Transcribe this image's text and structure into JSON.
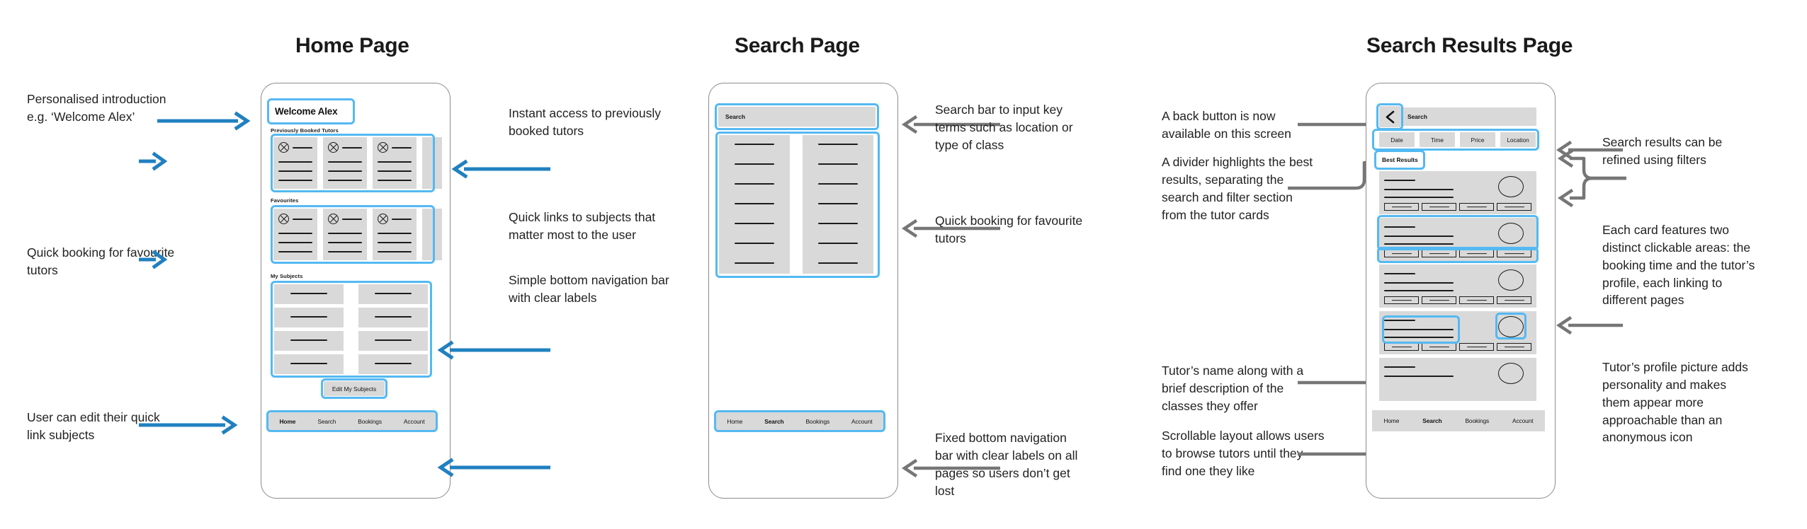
{
  "colors": {
    "highlight": "#54b9f2",
    "blue_arrow": "#2080c0",
    "grey_arrow": "#767676",
    "wire_grey": "#d9d9d9",
    "ink": "#1c1c1c"
  },
  "sections": [
    {
      "title": "Home Page"
    },
    {
      "title": "Search Page"
    },
    {
      "title": "Search Results Page"
    }
  ],
  "home": {
    "title": "Home Page",
    "welcome_text": "Welcome Alex",
    "labels": {
      "previously_booked": "Previously Booked Tutors",
      "favourites": "Favourites",
      "my_subjects": "My Subjects"
    },
    "edit_button": "Edit My Subjects",
    "bottom_nav": [
      {
        "label": "Home",
        "active": true
      },
      {
        "label": "Search",
        "active": false
      },
      {
        "label": "Bookings",
        "active": false
      },
      {
        "label": "Account",
        "active": false
      }
    ],
    "notes_left": [
      "Personalised introduction e.g. ‘Welcome Alex’",
      "Quick booking for favourite tutors",
      "User can edit their quick link subjects"
    ],
    "notes_right": [
      "Instant access to previously booked tutors",
      "Quick links to subjects that matter most to the user",
      "Simple bottom navigation bar with clear labels"
    ]
  },
  "search": {
    "title": "Search Page",
    "search_placeholder": "Search",
    "bottom_nav": [
      {
        "label": "Home",
        "active": false
      },
      {
        "label": "Search",
        "active": true
      },
      {
        "label": "Bookings",
        "active": false
      },
      {
        "label": "Account",
        "active": false
      }
    ],
    "notes_right": [
      "Search bar to input key terms such as location or type of class",
      "Quick booking for favourite tutors",
      "Fixed bottom navigation bar with clear labels on all pages so users don’t get lost"
    ]
  },
  "results": {
    "title": "Search Results Page",
    "search_placeholder": "Search",
    "back_icon": "chevron-left-icon",
    "filters": [
      "Date",
      "Time",
      "Price",
      "Location"
    ],
    "best_results_label": "Best Results",
    "bottom_nav": [
      {
        "label": "Home",
        "active": false
      },
      {
        "label": "Search",
        "active": true
      },
      {
        "label": "Bookings",
        "active": false
      },
      {
        "label": "Account",
        "active": false
      }
    ],
    "notes_left": [
      "A back button is now available on this screen",
      "A divider highlights the best results, separating the search and filter section from the tutor cards",
      "Tutor’s name along with a brief description of the classes they offer",
      "Scrollable layout allows users to browse tutors until they find one they like"
    ],
    "notes_right": [
      "Search results can be refined using filters",
      "Each card features two distinct clickable areas: the booking time and the tutor’s profile, each linking to different pages",
      "Tutor’s profile picture adds personality and makes them appear more approachable than an anonymous icon"
    ]
  }
}
